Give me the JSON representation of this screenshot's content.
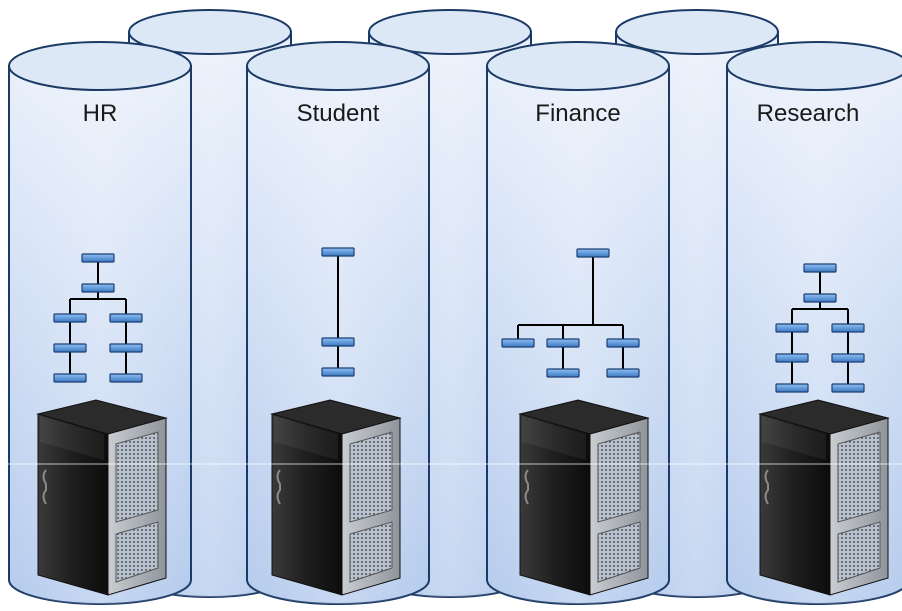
{
  "databases": [
    {
      "label": "HR",
      "schema_shape": "two-branch-tree"
    },
    {
      "label": "Student",
      "schema_shape": "linear-chain"
    },
    {
      "label": "Finance",
      "schema_shape": "three-branch-tree"
    },
    {
      "label": "Research",
      "schema_shape": "two-branch-tree"
    }
  ],
  "colors": {
    "cylinder_top": "#dde8f7",
    "cylinder_body_light": "#e6eefa",
    "cylinder_body_dark": "#b7cdee",
    "cylinder_outline": "#1c3a66",
    "entity_fill": "#4f8fd6",
    "entity_outline": "#1d3f73",
    "connector": "#000000"
  },
  "icons": [
    "database-cylinder-icon",
    "server-tower-icon",
    "org-chart-icon"
  ]
}
